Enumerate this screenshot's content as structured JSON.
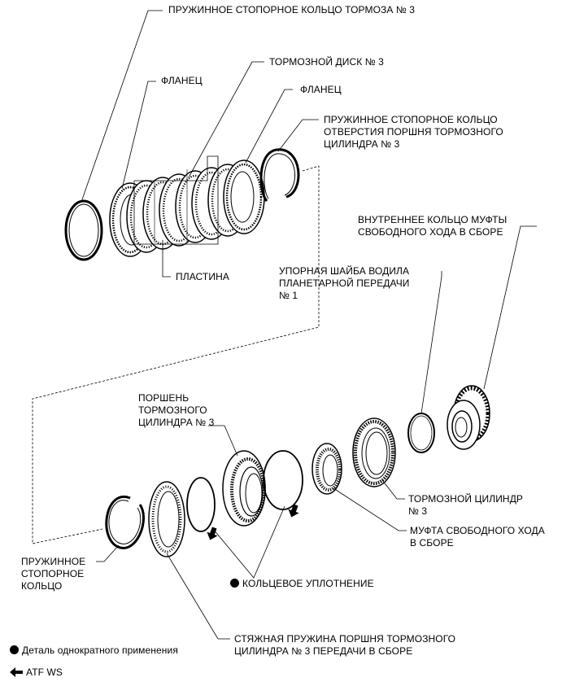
{
  "labels": {
    "spring_snap_ring_brake_no3": "ПРУЖИННОЕ СТОПОРНОЕ КОЛЬЦО ТОРМОЗА № 3",
    "brake_disc_no3": "ТОРМОЗНОЙ ДИСК № 3",
    "flange_left": "ФЛАНЕЦ",
    "flange_right": "ФЛАНЕЦ",
    "piston_hole_snap_ring": "ПРУЖИННОЕ СТОПОРНОЕ КОЛЬЦО\nОТВЕРСТИЯ ПОРШНЯ ТОРМОЗНОГО\nЦИЛИНДРА № 3",
    "one_way_clutch_inner_race": "ВНУТРЕННЕЕ КОЛЬЦО МУФТЫ\nСВОБОДНОГО ХОДА В СБОРЕ",
    "plate": "ПЛАСТИНА",
    "thrust_washer": "УПОРНАЯ ШАЙБА ВОДИЛА\nПЛАНЕТАРНОЙ ПЕРЕДАЧИ\n№ 1",
    "brake_piston_no3": "ПОРШЕНЬ\nТОРМОЗНОГО\nЦИЛИНДРА № 3",
    "brake_cylinder_no3": "ТОРМОЗНОЙ ЦИЛИНДР\n№ 3",
    "one_way_clutch_assy": "МУФТА СВОБОДНОГО ХОДА\nВ СБОРЕ",
    "spring_snap_ring": "ПРУЖИННОЕ\nСТОПОРНОЕ\nКОЛЬЦО",
    "o_ring": "КОЛЬЦЕВОЕ УПЛОТНЕНИЕ",
    "return_spring_assy": "СТЯЖНАЯ ПРУЖИНА ПОРШНЯ ТОРМОЗНОГО\nЦИЛИНДРА № 3 ПЕРЕДАЧИ В СБОРЕ"
  },
  "legend": {
    "non_reusable": "Деталь однократного применения",
    "atf": "ATF WS"
  }
}
